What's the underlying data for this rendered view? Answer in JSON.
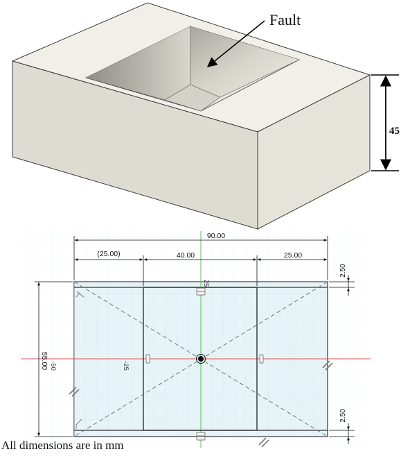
{
  "model": {
    "fault_label": "Fault",
    "height_label": "45"
  },
  "sketch": {
    "dim_overall_width": "90.00",
    "dim_left_ref": "(25.00)",
    "dim_pocket_width": "40.00",
    "dim_right": "25.00",
    "dim_height": "55.00",
    "dim_top_offset": "2.50",
    "dim_bottom_offset": "2.50",
    "coord_top": "25",
    "coord_left_outer": "-50",
    "coord_left_inner": "-25"
  },
  "colors": {
    "solid_face_front": "#dedbd2",
    "sketch_fill": "#e6f4f7",
    "grid": "#c8e2ea",
    "axis_x": "#e05050",
    "axis_y": "#44bb44"
  },
  "footer": {
    "note": "All dimensions are in mm"
  }
}
